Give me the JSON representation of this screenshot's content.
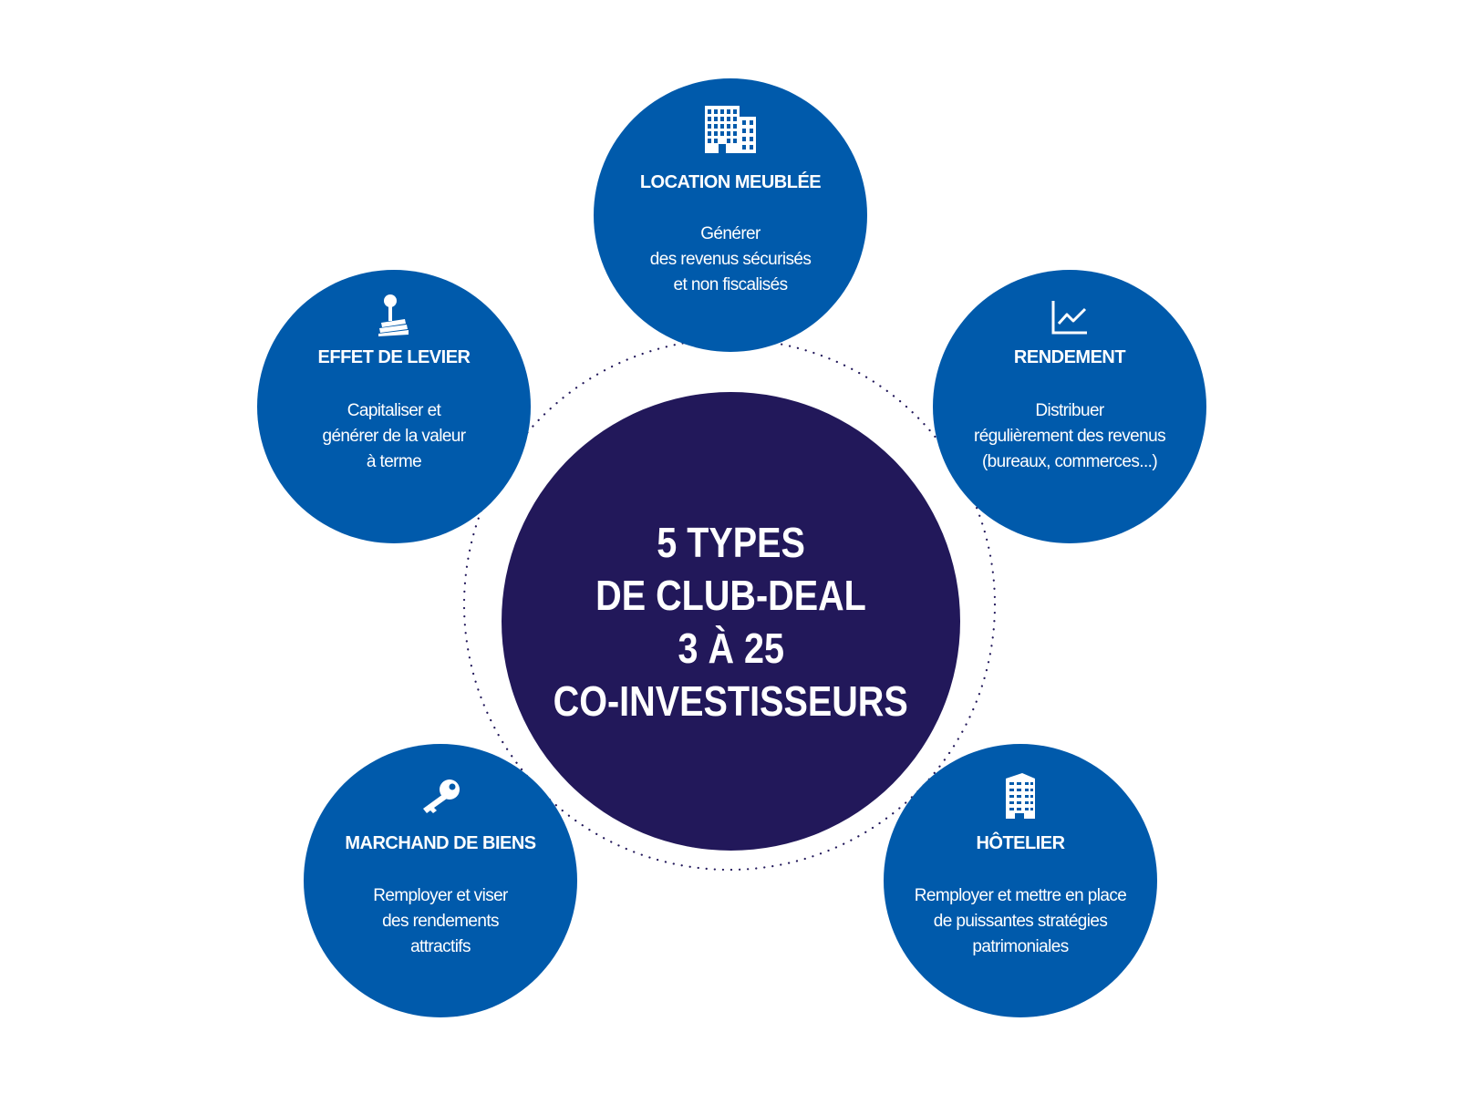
{
  "colors": {
    "center_fill": "#22185a",
    "satellite_fill": "#005aab",
    "text": "#ffffff",
    "orbit_dots": "#22185a"
  },
  "center": {
    "lines": [
      "5 TYPES",
      "DE CLUB-DEAL",
      "3 À 25",
      "CO-INVESTISSEURS"
    ]
  },
  "satellites": {
    "location": {
      "icon": "office-building-icon",
      "title": "LOCATION MEUBLÉE",
      "desc": [
        "Générer",
        "des revenus sécurisés",
        "et non fiscalisés"
      ]
    },
    "levier": {
      "icon": "lever-icon",
      "title": "EFFET DE LEVIER",
      "desc": [
        "Capitaliser et",
        "générer de la valeur",
        "à terme"
      ]
    },
    "rendement": {
      "icon": "line-chart-icon",
      "title": "RENDEMENT",
      "desc": [
        "Distribuer",
        "régulièrement des revenus",
        "(bureaux, commerces...)"
      ]
    },
    "marchand": {
      "icon": "key-icon",
      "title": "MARCHAND DE BIENS",
      "desc": [
        "Remployer et viser",
        "des rendements",
        "attractifs"
      ]
    },
    "hotelier": {
      "icon": "hotel-tower-icon",
      "title": "HÔTELIER",
      "desc": [
        "Remployer et mettre en place",
        "de puissantes stratégies",
        "patrimoniales"
      ]
    }
  }
}
